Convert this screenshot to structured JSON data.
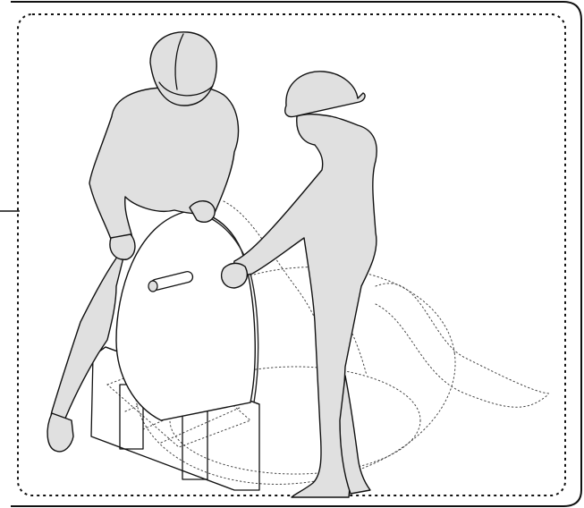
{
  "illustration": {
    "frame_style": "rounded-dashed",
    "colors": {
      "figure_fill": "#e0e0e0",
      "outline": "#111111",
      "background": "#ffffff"
    },
    "subjects": [
      "worker-in-helmet-left",
      "worker-in-hard-hat-right",
      "cable-reel",
      "reel-stand",
      "unrolled-cable"
    ]
  }
}
